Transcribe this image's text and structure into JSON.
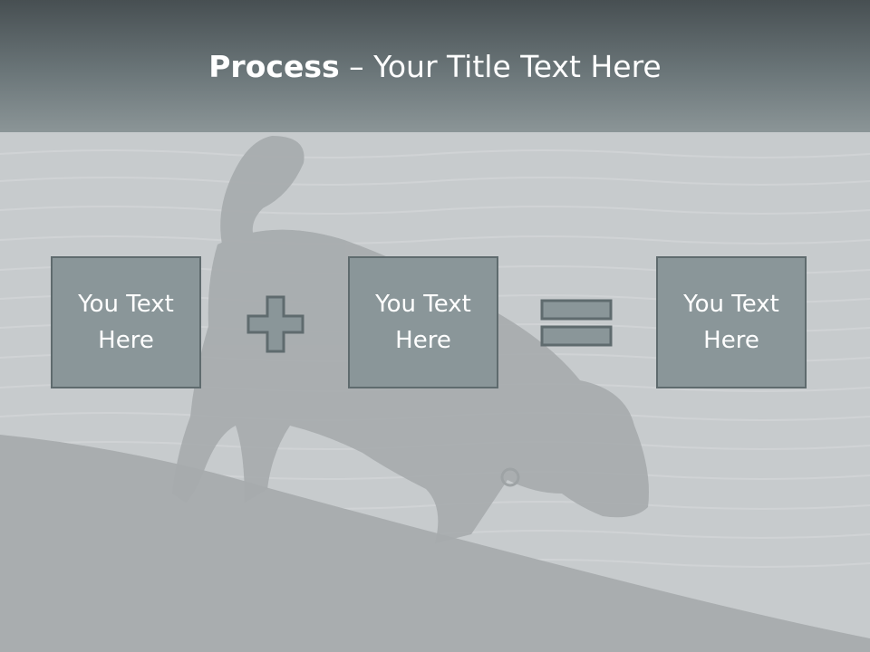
{
  "title": {
    "bold": "Process",
    "rest": " – Your Title Text Here"
  },
  "boxes": [
    {
      "text": "You Text\nHere"
    },
    {
      "text": "You Text\nHere"
    },
    {
      "text": "You Text\nHere"
    }
  ],
  "operators": [
    "plus-icon",
    "equals-icon"
  ],
  "colors": {
    "box_fill": "#8a9699",
    "box_border": "#5f6b6e",
    "header_dark": "#474f52",
    "background": "#c9cdcf"
  }
}
